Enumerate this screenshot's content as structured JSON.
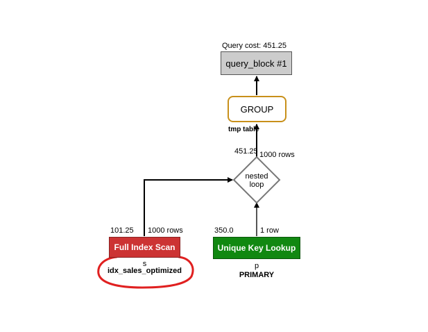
{
  "query_cost_label": "Query cost: 451.25",
  "query_block": {
    "label": "query_block #1"
  },
  "group": {
    "label": "GROUP",
    "note": "tmp table"
  },
  "nested_loop": {
    "line1": "nested",
    "line2": "loop",
    "cost": "451.25",
    "rows": "1000 rows"
  },
  "full_index_scan": {
    "label": "Full Index Scan",
    "cost": "101.25",
    "rows": "1000 rows",
    "table": "s",
    "key": "idx_sales_optimized",
    "color": "#cc3333"
  },
  "unique_key_lookup": {
    "label": "Unique Key Lookup",
    "cost": "350.0",
    "rows": "1 row",
    "table": "p",
    "key": "PRIMARY",
    "color": "#118811"
  },
  "annotation": {
    "color": "#e02020"
  }
}
